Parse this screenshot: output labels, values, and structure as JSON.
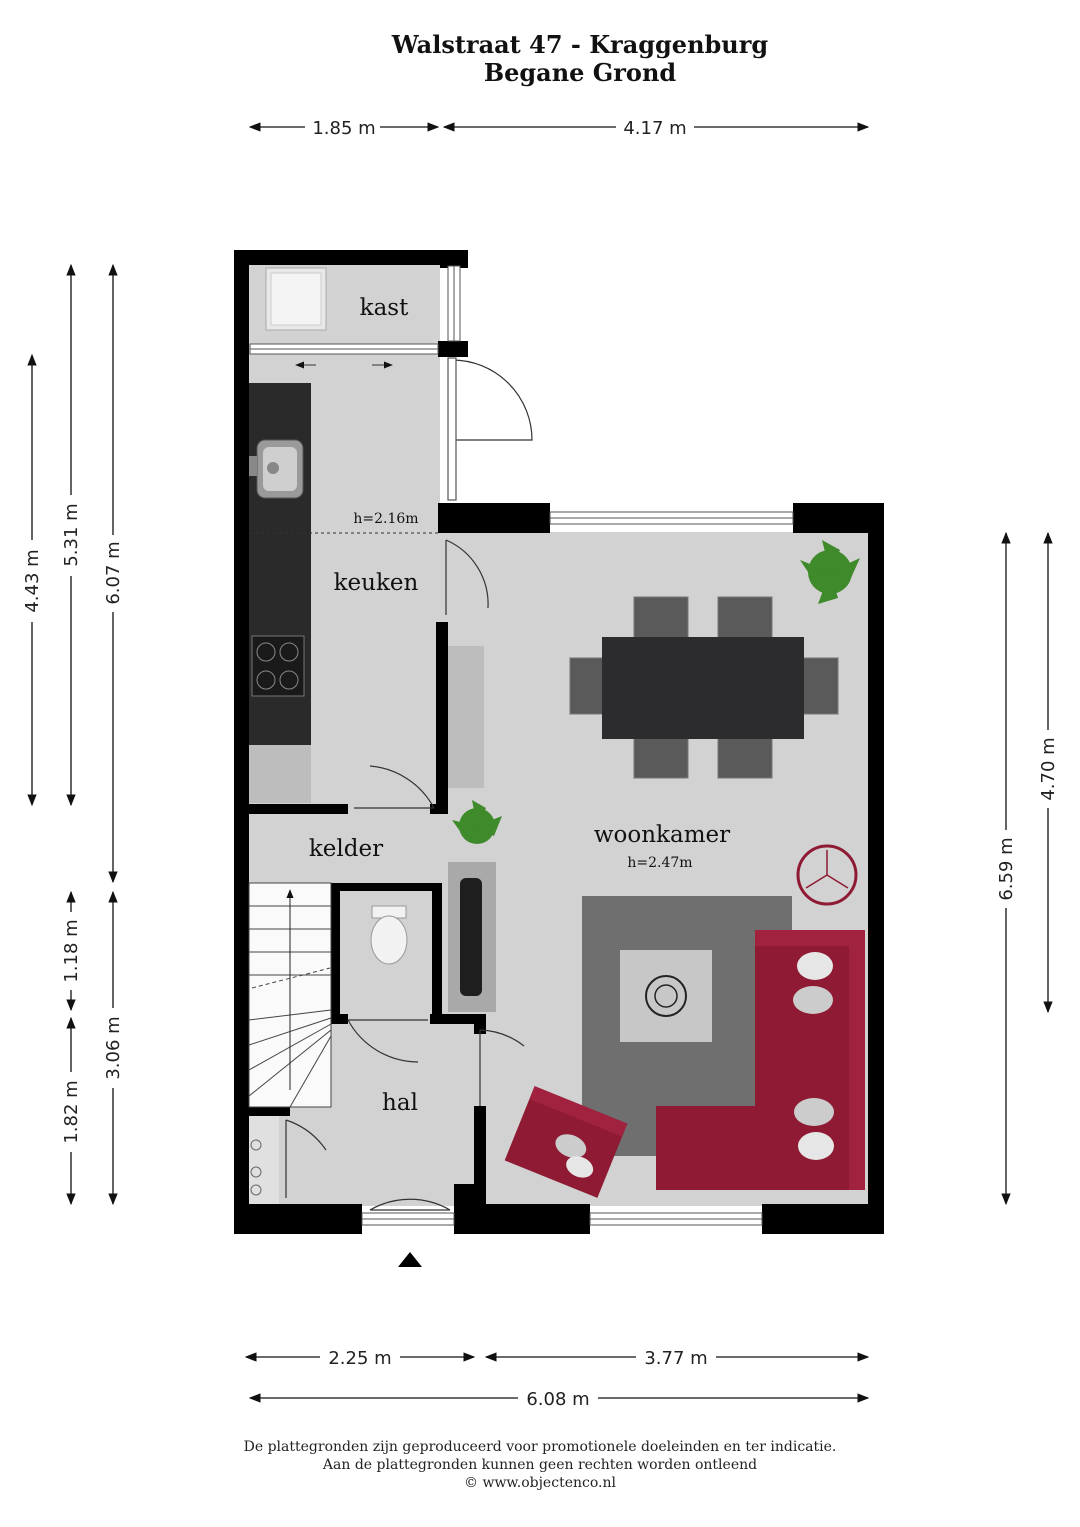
{
  "title": "Walstraat 47 - Kraggenburg",
  "subtitle": "Begane Grond",
  "rooms": {
    "kast": "kast",
    "keuken": "keuken",
    "kelder": "kelder",
    "woonkamer": "woonkamer",
    "hal": "hal"
  },
  "heights": {
    "keuken": "h=2.16m",
    "woonkamer": "h=2.47m"
  },
  "dimensions": {
    "top_left": "1.85 m",
    "top_right": "4.17 m",
    "bottom_left": "2.25 m",
    "bottom_right": "3.77 m",
    "bottom_total": "6.08 m",
    "left_4_43": "4.43 m",
    "left_5_31": "5.31 m",
    "left_6_07": "6.07 m",
    "left_1_18": "1.18 m",
    "left_1_82": "1.82 m",
    "left_3_06": "3.06 m",
    "right_6_59": "6.59 m",
    "right_4_70": "4.70 m"
  },
  "footer": {
    "line1": "De plattegronden zijn geproduceerd voor promotionele doeleinden en ter indicatie.",
    "line2": "Aan de plattegronden kunnen geen rechten worden ontleend",
    "line3": "© www.objectenco.nl"
  },
  "colors": {
    "floor": "#d2d2d2",
    "wall": "#000000",
    "sofa": "#8e1a33",
    "rug": "#6f6f6f",
    "table": "#2c2c2e",
    "counter": "#2a2a2a",
    "plant": "#3f8a2a"
  }
}
